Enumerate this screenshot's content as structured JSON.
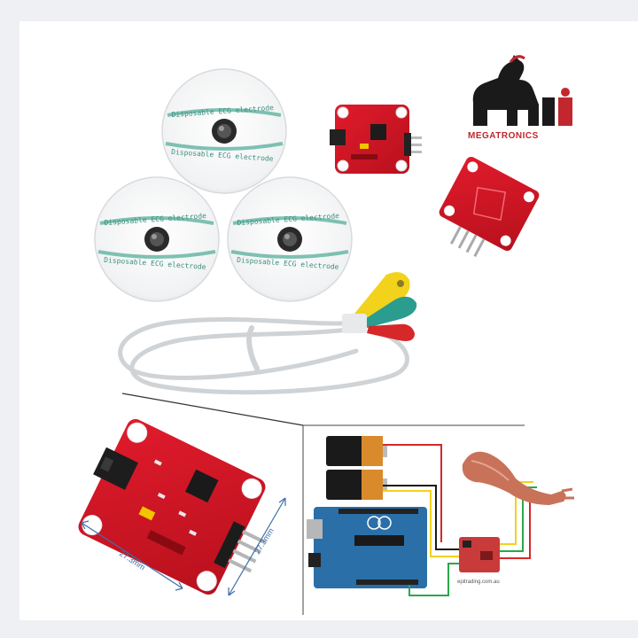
{
  "brand": {
    "name": "MEGATRONICS",
    "monogram": "Mi",
    "logo_icon": "elephant-rider-icon",
    "colors": {
      "primary": "#c1272d",
      "dark": "#1a1a1a"
    }
  },
  "electrode": {
    "label": "Disposable ECG electrode",
    "count": 3
  },
  "cable": {
    "snap_colors": [
      "#f2d21b",
      "#2a9d8f",
      "#d62828"
    ]
  },
  "dimensions": {
    "width": "27.3mm",
    "height": "27.3mm"
  },
  "wiring": {
    "credit": "epitrading.com.au",
    "wire_colors": [
      "#d62828",
      "#1a1a1a",
      "#f2d21b",
      "#2aa84a"
    ]
  }
}
